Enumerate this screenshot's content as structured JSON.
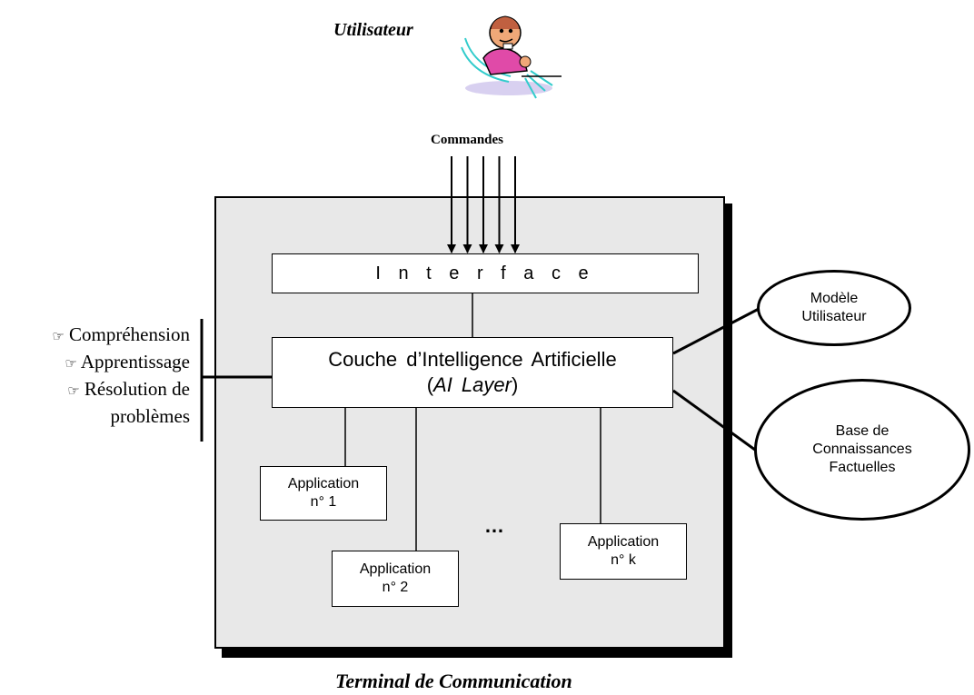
{
  "user": {
    "label": "Utilisateur",
    "icon": "user-cartoon-icon"
  },
  "commands": {
    "label": "Commandes",
    "arrow_count": 5
  },
  "terminal": {
    "caption": "Terminal de Communication"
  },
  "interface": {
    "label": "I n t e r f a c e"
  },
  "ai_layer": {
    "line1": "Couche d’Intelligence Artificielle",
    "open": "(",
    "italic": "AI Layer",
    "close": ")"
  },
  "applications": [
    {
      "line1": "Application",
      "line2": "n° 1"
    },
    {
      "line1": "Application",
      "line2": "n° 2"
    },
    {
      "line1": "Application",
      "line2": "n° k"
    }
  ],
  "ellipsis": "…",
  "user_model": {
    "line1": "Modèle",
    "line2": "Utilisateur"
  },
  "knowledge_base": {
    "line1": "Base de",
    "line2": "Connaissances",
    "line3": "Factuelles"
  },
  "features": {
    "bullet_icon": "pointing-hand-icon",
    "items": [
      "Compréhension",
      "Apprentissage",
      "Résolution de",
      "problèmes"
    ]
  },
  "colors": {
    "terminal_bg": "#e8e8e8",
    "boxes": "#ffffff",
    "lines": "#000000"
  }
}
